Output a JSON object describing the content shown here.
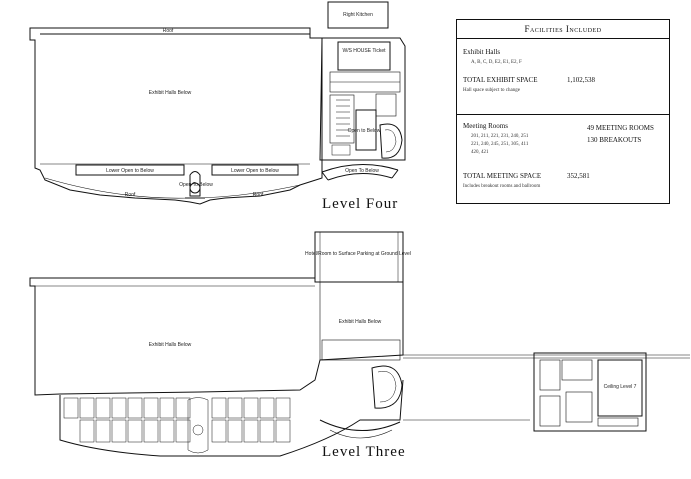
{
  "level_four": {
    "title": "Level Four",
    "labels": {
      "top_roof": "Roof",
      "exhibit_halls": "Exhibit Halls Below",
      "right_kitchen": "Right Kitchen",
      "ws_room": "W/S HOUSE Ticket",
      "left_open": "Lower Open to Below",
      "right_open": "Lower Open to Below",
      "open_center": "Open to Below",
      "roof_left": "Roof",
      "roof_right": "Roof",
      "open_to_below_curve": "Open To Below",
      "lobby_open": "Open To Below"
    }
  },
  "level_three": {
    "title": "Level Three",
    "labels": {
      "loading_dock": "Hotel/Room to Surface Parking at Ground Level",
      "exhibit_halls_below": "Exhibit Halls Below",
      "lobby": "Exhibit Halls Below",
      "ceiling_room": "Ceiling Level 7"
    }
  },
  "facilities": {
    "title": "Facilities Included",
    "exhibit_halls_label": "Exhibit Halls",
    "exhibit_halls_list": "A, B, C, D, E2, E1, E2, F",
    "total_exhibit_label": "TOTAL EXHIBIT SPACE",
    "total_exhibit_value": "1,102,538",
    "footnote_exhibit": "Hall space subject to change",
    "meeting_rooms_label": "Meeting Rooms",
    "meeting_rooms_list_1": "201, 211, 221, 231, 240, 251",
    "meeting_rooms_list_2": "221, 240, 245, 251, 305, 411",
    "meeting_rooms_list_3": "420, 421",
    "count_meeting_rooms": "49 MEETING ROOMS",
    "count_breakouts": "130 BREAKOUTS",
    "total_meeting_label": "TOTAL MEETING SPACE",
    "total_meeting_value": "352,581",
    "footnote_meeting": "Includes breakout rooms and ballroom"
  }
}
